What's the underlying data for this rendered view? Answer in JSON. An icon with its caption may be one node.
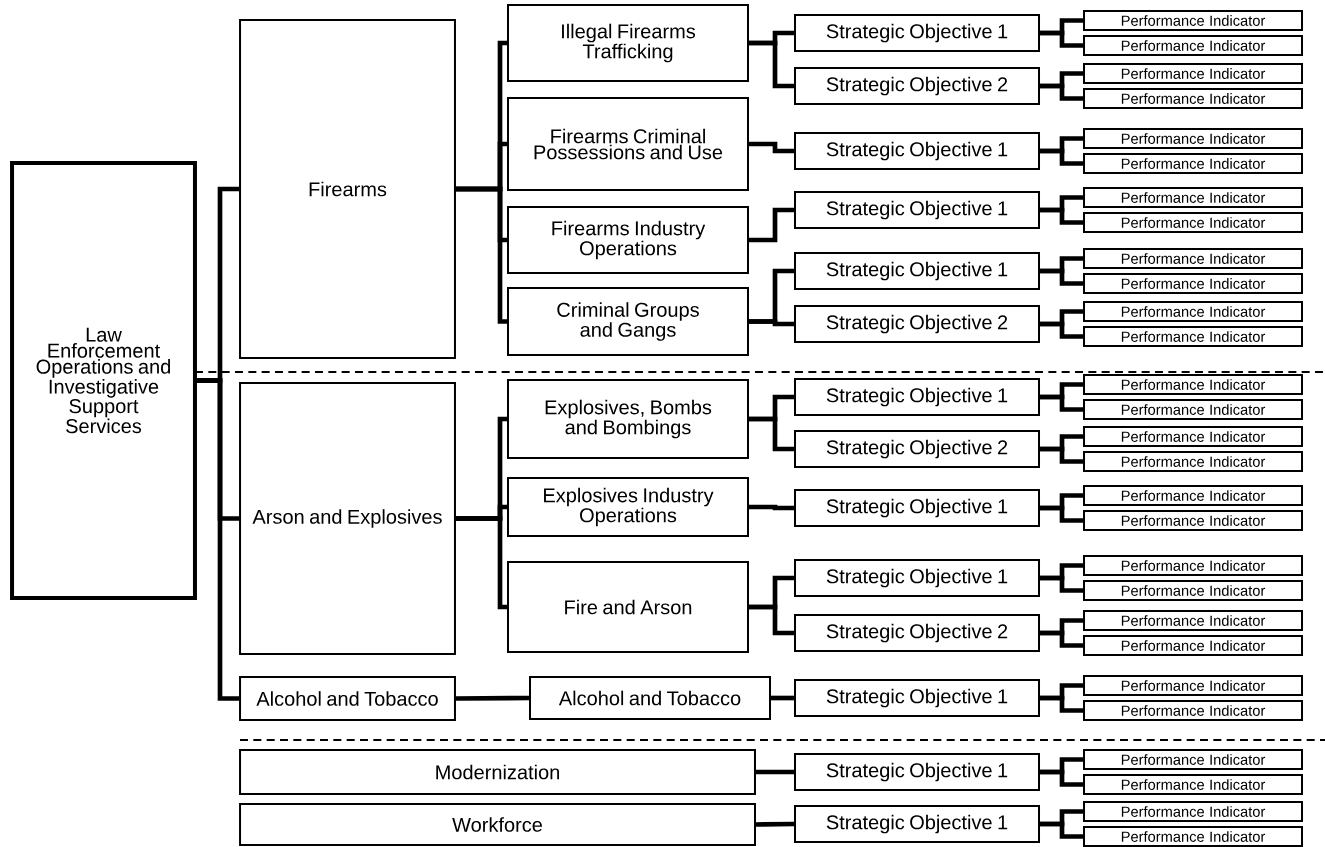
{
  "diagram": {
    "nodes": [
      {
        "text": [
          "Law Enforcement Operations and Investigative Support Services"
        ]
      },
      {
        "text": [
          "Firearms"
        ]
      },
      {
        "text": [
          "Arson and Explosives"
        ]
      },
      {
        "text": [
          "Alcohol and Tobacco"
        ]
      },
      {
        "text": [
          "Modernization"
        ]
      },
      {
        "text": [
          "Workforce"
        ]
      },
      {
        "text": [
          "Illegal Firearms Trafficking"
        ]
      },
      {
        "text": [
          "Firearms Criminal Possessions and Use"
        ]
      },
      {
        "text": [
          "Firearms Industry Operations"
        ]
      },
      {
        "text": [
          "Criminal Groups and Gangs"
        ]
      },
      {
        "text": [
          "Explosives, Bombs and Bombings"
        ]
      },
      {
        "text": [
          "Explosives Industry Operations"
        ]
      },
      {
        "text": [
          "Fire and Arson"
        ]
      },
      {
        "text": [
          "Alcohol and Tobacco"
        ]
      },
      {
        "text": [
          "Strategic Objective 1"
        ]
      },
      {
        "text": [
          "Strategic Objective 2"
        ]
      },
      {
        "text": [
          "Strategic Objective 1"
        ]
      },
      {
        "text": [
          "Strategic Objective 1"
        ]
      },
      {
        "text": [
          "Strategic Objective 1"
        ]
      },
      {
        "text": [
          "Strategic Objective 2"
        ]
      },
      {
        "text": [
          "Strategic Objective 1"
        ]
      },
      {
        "text": [
          "Strategic Objective 2"
        ]
      },
      {
        "text": [
          "Strategic Objective 1"
        ]
      },
      {
        "text": [
          "Strategic Objective 1"
        ]
      },
      {
        "text": [
          "Strategic Objective 2"
        ]
      },
      {
        "text": [
          "Strategic Objective 1"
        ]
      },
      {
        "text": [
          "Strategic Objective 1"
        ]
      },
      {
        "text": [
          "Strategic Objective 1"
        ]
      },
      {
        "text": [
          "Performance Indicator"
        ]
      },
      {
        "text": [
          "Performance Indicator"
        ]
      },
      {
        "text": [
          "Performance Indicator"
        ]
      },
      {
        "text": [
          "Performance Indicator"
        ]
      },
      {
        "text": [
          "Performance Indicator"
        ]
      },
      {
        "text": [
          "Performance Indicator"
        ]
      },
      {
        "text": [
          "Performance Indicator"
        ]
      },
      {
        "text": [
          "Performance Indicator"
        ]
      },
      {
        "text": [
          "Performance Indicator"
        ]
      },
      {
        "text": [
          "Performance Indicator"
        ]
      },
      {
        "text": [
          "Performance Indicator"
        ]
      },
      {
        "text": [
          "Performance Indicator"
        ]
      },
      {
        "text": [
          "Performance Indicator"
        ]
      },
      {
        "text": [
          "Performance Indicator"
        ]
      },
      {
        "text": [
          "Performance Indicator"
        ]
      },
      {
        "text": [
          "Performance Indicator"
        ]
      },
      {
        "text": [
          "Performance Indicator"
        ]
      },
      {
        "text": [
          "Performance Indicator"
        ]
      },
      {
        "text": [
          "Performance Indicator"
        ]
      },
      {
        "text": [
          "Performance Indicator"
        ]
      },
      {
        "text": [
          "Performance Indicator"
        ]
      },
      {
        "text": [
          "Performance Indicator"
        ]
      },
      {
        "text": [
          "Performance Indicator"
        ]
      },
      {
        "text": [
          "Performance Indicator"
        ]
      },
      {
        "text": [
          "Performance Indicator"
        ]
      },
      {
        "text": [
          "Performance Indicator"
        ]
      },
      {
        "text": [
          "Performance Indicator"
        ]
      },
      {
        "text": [
          "Performance Indicator"
        ]
      }
    ],
    "edges": [
      {
        "from": 0,
        "to": 1,
        "arrow": "none"
      },
      {
        "from": 0,
        "to": 2,
        "arrow": "none"
      },
      {
        "from": 0,
        "to": 3,
        "arrow": "none"
      },
      {
        "from": 1,
        "to": 6,
        "arrow": "none"
      },
      {
        "from": 1,
        "to": 7,
        "arrow": "none"
      },
      {
        "from": 1,
        "to": 8,
        "arrow": "none"
      },
      {
        "from": 1,
        "to": 9,
        "arrow": "none"
      },
      {
        "from": 2,
        "to": 10,
        "arrow": "none"
      },
      {
        "from": 2,
        "to": 11,
        "arrow": "none"
      },
      {
        "from": 2,
        "to": 12,
        "arrow": "none"
      },
      {
        "from": 3,
        "to": 13,
        "arrow": "none"
      },
      {
        "from": 6,
        "to": 14,
        "arrow": "none"
      },
      {
        "from": 6,
        "to": 15,
        "arrow": "none"
      },
      {
        "from": 7,
        "to": 16,
        "arrow": "none"
      },
      {
        "from": 8,
        "to": 17,
        "arrow": "none"
      },
      {
        "from": 9,
        "to": 18,
        "arrow": "none"
      },
      {
        "from": 9,
        "to": 19,
        "arrow": "none"
      },
      {
        "from": 10,
        "to": 20,
        "arrow": "none"
      },
      {
        "from": 10,
        "to": 21,
        "arrow": "none"
      },
      {
        "from": 11,
        "to": 22,
        "arrow": "none"
      },
      {
        "from": 12,
        "to": 23,
        "arrow": "none"
      },
      {
        "from": 12,
        "to": 24,
        "arrow": "none"
      },
      {
        "from": 13,
        "to": 25,
        "arrow": "none"
      },
      {
        "from": 4,
        "to": 26,
        "arrow": "none"
      },
      {
        "from": 5,
        "to": 27,
        "arrow": "none"
      },
      {
        "from": 14,
        "to": 28,
        "arrow": "none"
      },
      {
        "from": 14,
        "to": 29,
        "arrow": "none"
      },
      {
        "from": 15,
        "to": 30,
        "arrow": "none"
      },
      {
        "from": 15,
        "to": 31,
        "arrow": "none"
      },
      {
        "from": 16,
        "to": 32,
        "arrow": "none"
      },
      {
        "from": 16,
        "to": 33,
        "arrow": "none"
      },
      {
        "from": 17,
        "to": 34,
        "arrow": "none"
      },
      {
        "from": 17,
        "to": 35,
        "arrow": "none"
      },
      {
        "from": 18,
        "to": 36,
        "arrow": "none"
      },
      {
        "from": 18,
        "to": 37,
        "arrow": "none"
      },
      {
        "from": 19,
        "to": 38,
        "arrow": "none"
      },
      {
        "from": 19,
        "to": 39,
        "arrow": "none"
      },
      {
        "from": 20,
        "to": 40,
        "arrow": "none"
      },
      {
        "from": 20,
        "to": 41,
        "arrow": "none"
      },
      {
        "from": 21,
        "to": 42,
        "arrow": "none"
      },
      {
        "from": 21,
        "to": 43,
        "arrow": "none"
      },
      {
        "from": 22,
        "to": 44,
        "arrow": "none"
      },
      {
        "from": 22,
        "to": 45,
        "arrow": "none"
      },
      {
        "from": 23,
        "to": 46,
        "arrow": "none"
      },
      {
        "from": 23,
        "to": 47,
        "arrow": "none"
      },
      {
        "from": 24,
        "to": 48,
        "arrow": "none"
      },
      {
        "from": 24,
        "to": 49,
        "arrow": "none"
      },
      {
        "from": 25,
        "to": 50,
        "arrow": "none"
      },
      {
        "from": 25,
        "to": 51,
        "arrow": "none"
      },
      {
        "from": 26,
        "to": 52,
        "arrow": "none"
      },
      {
        "from": 26,
        "to": 53,
        "arrow": "none"
      },
      {
        "from": 27,
        "to": 54,
        "arrow": "none"
      },
      {
        "from": 27,
        "to": 55,
        "arrow": "none"
      }
    ]
  }
}
